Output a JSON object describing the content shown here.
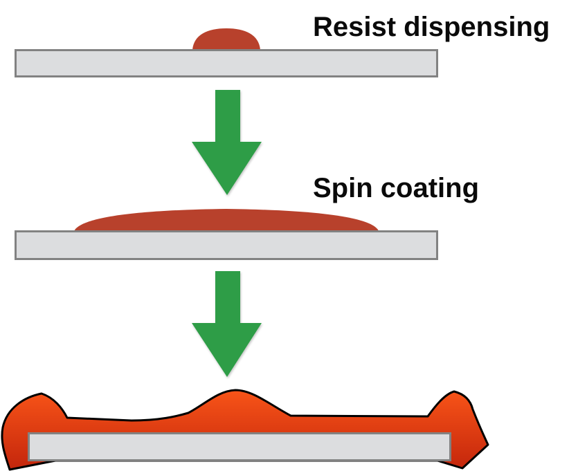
{
  "diagram": {
    "title": "Photoresist spin coating process",
    "steps": [
      {
        "id": "dispense",
        "label": "Resist dispensing"
      },
      {
        "id": "spin",
        "label": "Spin coating"
      },
      {
        "id": "result",
        "label": ""
      }
    ],
    "colors": {
      "substrate_fill": "#dcdddf",
      "substrate_border": "#828282",
      "resist": "#b8412c",
      "arrow": "#2f9d47",
      "resist_result_top": "#f85418",
      "resist_result_bottom": "#c4260c",
      "outline": "#000000"
    }
  }
}
